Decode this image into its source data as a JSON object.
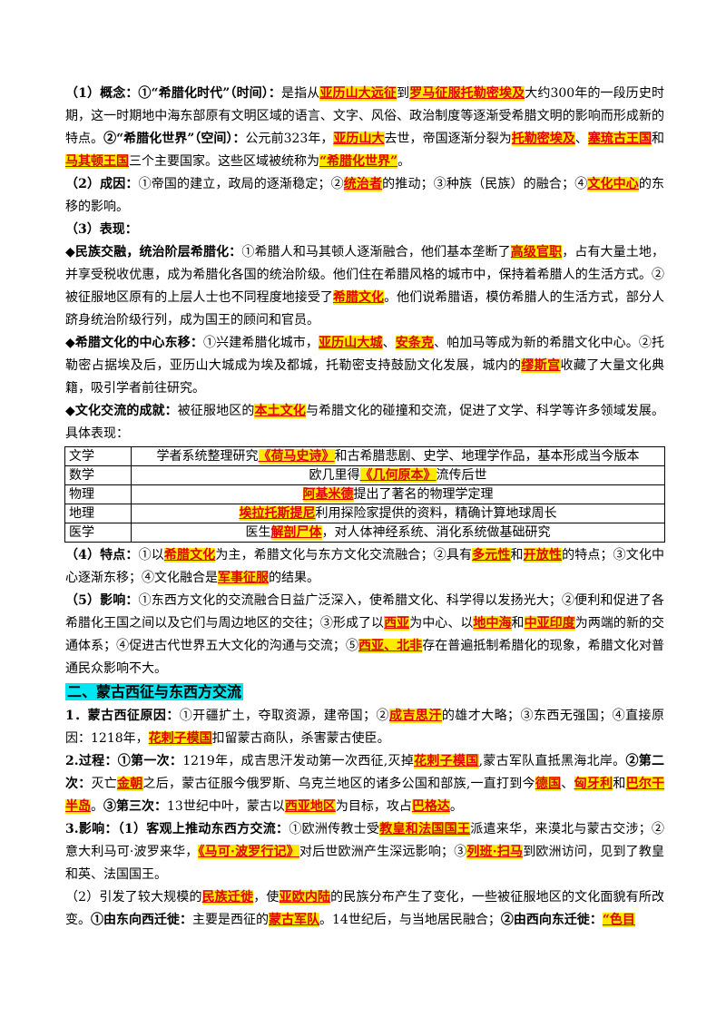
{
  "p1": [
    {
      "t": "（1）概念：①“希腊化时代”（时间）：",
      "b": true
    },
    {
      "t": "是指从"
    },
    {
      "t": "亚历山大远征",
      "h": true
    },
    {
      "t": "到"
    },
    {
      "t": "罗马征服托勒密埃及",
      "h": true
    },
    {
      "t": "大约300年的一段历史时期，这一时期地中海东部原有文明区域的语言、文字、风俗、政治制度等逐渐受希腊文明的影响而形成新的特点。"
    },
    {
      "t": "②“希腊化世界”（空间）：",
      "b": true
    },
    {
      "t": "公元前323年，"
    },
    {
      "t": "亚历山大",
      "h": true
    },
    {
      "t": "去世，帝国逐渐分裂为"
    },
    {
      "t": "托勒密埃及",
      "h": true
    },
    {
      "t": "、"
    },
    {
      "t": "塞琉古王国",
      "h": true
    },
    {
      "t": "和"
    },
    {
      "t": "马其顿王国",
      "h": true
    },
    {
      "t": "三个主要国家。这些区域被统称为"
    },
    {
      "t": "“希腊化世界”",
      "h": true
    },
    {
      "t": "。"
    }
  ],
  "p2": [
    {
      "t": "（2）成因：",
      "b": true
    },
    {
      "t": "①帝国的建立，政局的逐渐稳定；②"
    },
    {
      "t": "统治者",
      "h": true
    },
    {
      "t": "的推动；③种族（民族）的融合；④"
    },
    {
      "t": "文化中心",
      "h": true
    },
    {
      "t": "的东移的影响。"
    }
  ],
  "p3": [
    {
      "t": "（3）表现：",
      "b": true
    }
  ],
  "p4": [
    {
      "t": "◆民族交融，统治阶层希腊化：",
      "b": true
    },
    {
      "t": "①希腊人和马其顿人逐渐融合，他们基本垄断了"
    },
    {
      "t": "高级官职",
      "h": true
    },
    {
      "t": "，占有大量土地，并享受税收优惠，成为希腊化各国的统治阶级。他们住在希腊风格的城市中，保持着希腊人的生活方式。②被征服地区原有的上层人士也不同程度地接受了"
    },
    {
      "t": "希腊文化",
      "h": true
    },
    {
      "t": "。他们说希腊语，模仿希腊人的生活方式，部分人跻身统治阶级行列，成为国王的顾问和官员。"
    }
  ],
  "p5": [
    {
      "t": "◆希腊文化的中心东移：",
      "b": true
    },
    {
      "t": "①兴建希腊化城市，"
    },
    {
      "t": "亚历山大城",
      "h": true
    },
    {
      "t": "、"
    },
    {
      "t": "安条克",
      "h": true
    },
    {
      "t": "、帕加马等成为新的希腊文化中心。②托勒密占据埃及后，亚历山大城成为埃及都城，托勒密支持鼓励文化发展，城内的"
    },
    {
      "t": "缪斯宫",
      "h": true
    },
    {
      "t": "收藏了大量文化典籍，吸引学者前往研究。"
    }
  ],
  "p6": [
    {
      "t": "◆文化交流的成就：",
      "b": true
    },
    {
      "t": "被征服地区的"
    },
    {
      "t": "本土文化",
      "h": true
    },
    {
      "t": "与希腊文化的碰撞和交流，促进了文学、科学等许多领域发展。具体表现："
    }
  ],
  "table": [
    {
      "k": "文学",
      "v": [
        {
          "t": "学者系统整理研究"
        },
        {
          "t": "《荷马史诗》",
          "h": true
        },
        {
          "t": "和古希腊悲剧、史学、地理学作品，基本形成当今版本"
        }
      ]
    },
    {
      "k": "数学",
      "v": [
        {
          "t": "欧几里得"
        },
        {
          "t": "《几何原本》",
          "h": true
        },
        {
          "t": "流传后世"
        }
      ]
    },
    {
      "k": "物理",
      "v": [
        {
          "t": "阿基米德",
          "h": true
        },
        {
          "t": "提出了著名的物理学定理"
        }
      ]
    },
    {
      "k": "地理",
      "v": [
        {
          "t": "埃拉托斯提尼",
          "h": true
        },
        {
          "t": "利用探险家提供的资料，精确计算地球周长"
        }
      ]
    },
    {
      "k": "医学",
      "v": [
        {
          "t": "医生"
        },
        {
          "t": "解剖尸体",
          "h": true
        },
        {
          "t": "，对人体神经系统、消化系统做基础研究"
        }
      ]
    }
  ],
  "p7": [
    {
      "t": "（4）特点：",
      "b": true
    },
    {
      "t": "①以"
    },
    {
      "t": "希腊文化",
      "h": true
    },
    {
      "t": "为主，希腊文化与东方文化交流融合；②具有"
    },
    {
      "t": "多元性",
      "h": true
    },
    {
      "t": "和"
    },
    {
      "t": "开放性",
      "h": true
    },
    {
      "t": "的特点；③文化中心逐渐东移；④文化融合是"
    },
    {
      "t": "军事征服",
      "h": true
    },
    {
      "t": "的结果。"
    }
  ],
  "p8": [
    {
      "t": "（5）影响：",
      "b": true
    },
    {
      "t": "①东西方文化的交流融合日益广泛深入，使希腊文化、科学得以发扬光大；②便利和促进了各希腊化王国之间以及它们与周边地区的交往；③形成了以"
    },
    {
      "t": "西亚",
      "h": true
    },
    {
      "t": "为中心、以"
    },
    {
      "t": "地中海",
      "h": true
    },
    {
      "t": "和"
    },
    {
      "t": "中亚印度",
      "h": true
    },
    {
      "t": "为两端的新的交通体系；④促进古代世界五大文化的沟通与交流；⑤"
    },
    {
      "t": "西亚、北非",
      "h": true
    },
    {
      "t": "存在普遍抵制希腊化的现象，希腊文化对普通民众影响不大。"
    }
  ],
  "section2": "二、蒙古西征与东西方交流",
  "p9": [
    {
      "t": "1．蒙古西征原因：",
      "b": true
    },
    {
      "t": "①开疆扩土，夺取资源，建帝国；②"
    },
    {
      "t": "成吉思汗",
      "h": true
    },
    {
      "t": "的雄才大略；③东西无强国；④直接原因：1218年，"
    },
    {
      "t": "花剌子模国",
      "h": true
    },
    {
      "t": "扣留蒙古商队，杀害蒙古使臣。"
    }
  ],
  "p10": [
    {
      "t": "2.过程：①第一次：",
      "b": true
    },
    {
      "t": "1219年，成吉思汗发动第一次西征,灭掉"
    },
    {
      "t": "花剌子模国",
      "h": true
    },
    {
      "t": ",蒙古军队直抵黑海北岸。"
    },
    {
      "t": "②第二次：",
      "b": true
    },
    {
      "t": "灭亡"
    },
    {
      "t": "金朝",
      "h": true
    },
    {
      "t": "之后，蒙古征服今俄罗斯、乌克兰地区的诸多公国和部族,一直打到今"
    },
    {
      "t": "德国",
      "h": true
    },
    {
      "t": "、"
    },
    {
      "t": "匈牙利",
      "h": true
    },
    {
      "t": "和"
    },
    {
      "t": "巴尔干半岛",
      "h": true
    },
    {
      "t": "。"
    },
    {
      "t": "③第三次：",
      "b": true
    },
    {
      "t": "13世纪中叶，蒙古以"
    },
    {
      "t": "西亚地区",
      "h": true
    },
    {
      "t": "为目标，攻占"
    },
    {
      "t": "巴格达",
      "h": true
    },
    {
      "t": "。"
    }
  ],
  "p11": [
    {
      "t": "3.影响：（1）客观上推动东西方交流：",
      "b": true
    },
    {
      "t": "①欧洲传教士受"
    },
    {
      "t": "教皇和法国国王",
      "h": true
    },
    {
      "t": "派遣来华，来漠北与蒙古交涉；②意大利马可·波罗来华，"
    },
    {
      "t": "《马可·波罗行记》",
      "h": true
    },
    {
      "t": "对后世欧洲产生深远影响；③"
    },
    {
      "t": "列班·扫马",
      "h": true
    },
    {
      "t": "到欧洲访问，见到了教皇和英、法国国王。"
    }
  ],
  "p12": [
    {
      "t": "（2）引发了较大规模的"
    },
    {
      "t": "民族迁徙",
      "h": true
    },
    {
      "t": "，使"
    },
    {
      "t": "亚欧内陆",
      "h": true
    },
    {
      "t": "的民族分布产生了变化，一些被征服地区的文化面貌有所改变。"
    },
    {
      "t": "①由东向西迁徙：",
      "b": true
    },
    {
      "t": "主要是西征的"
    },
    {
      "t": "蒙古军队",
      "h": true
    },
    {
      "t": "。14世纪后，与当地居民融合；"
    },
    {
      "t": "②由西向东迁徙：",
      "b": true
    },
    {
      "t": "“色目",
      "h": true
    }
  ]
}
